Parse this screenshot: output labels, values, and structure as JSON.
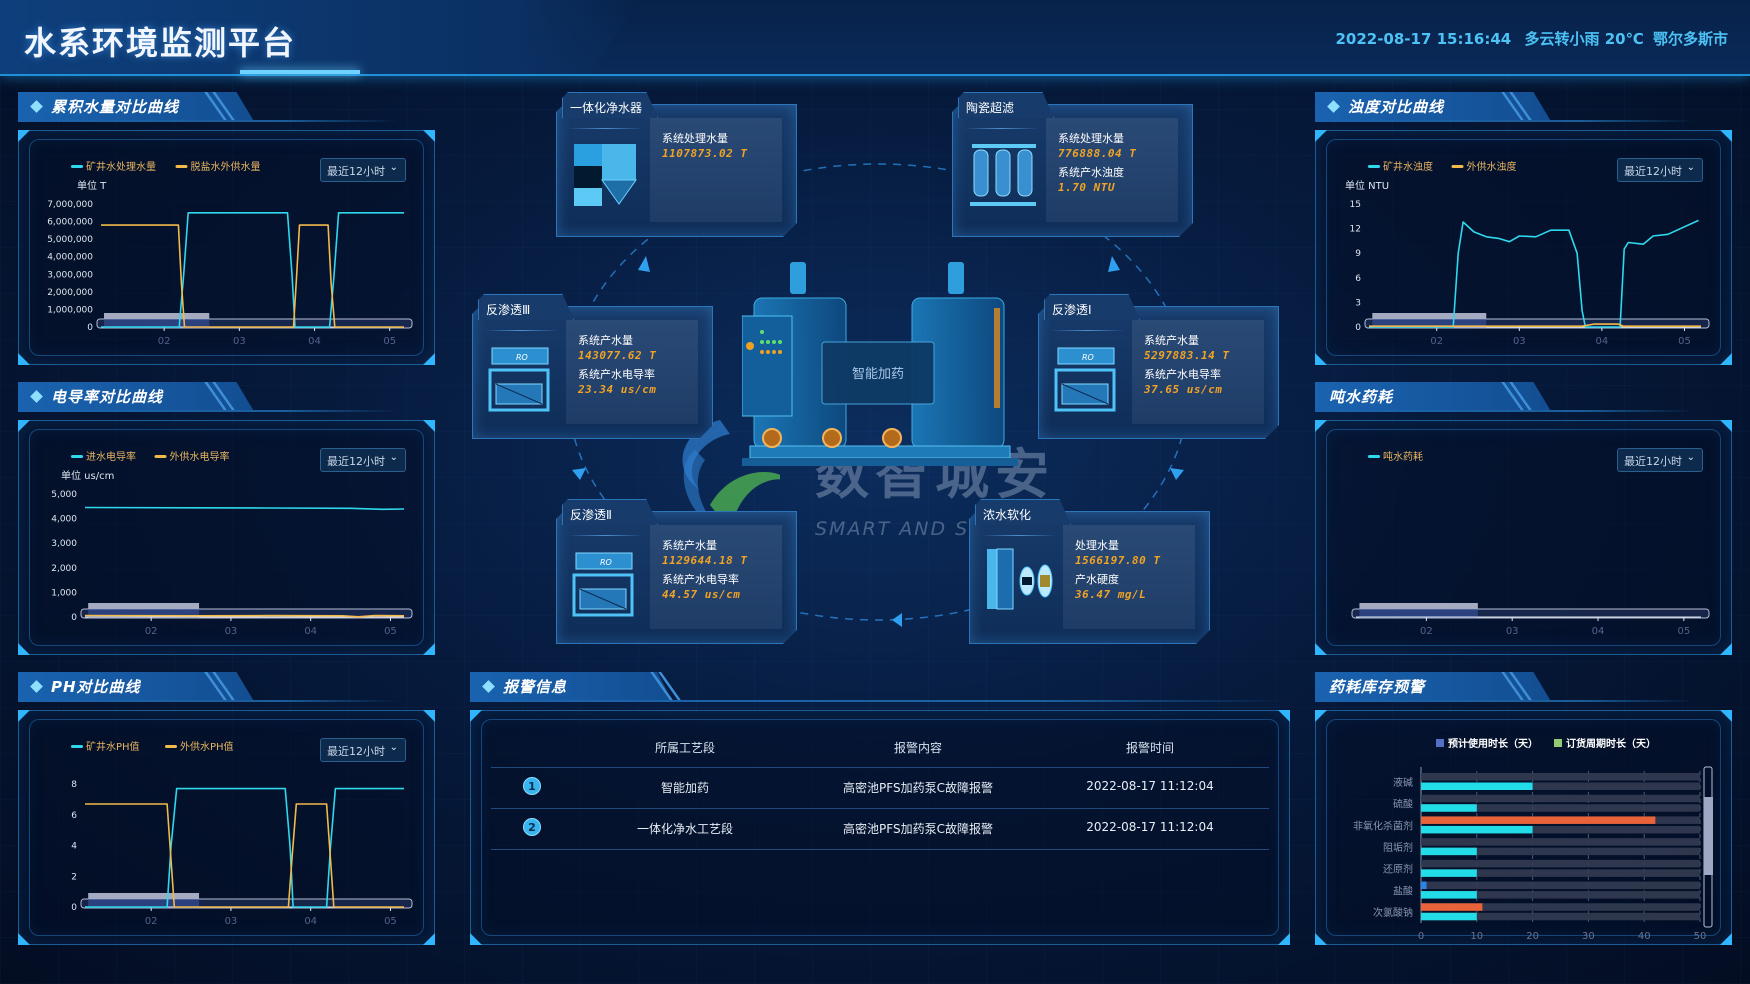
{
  "header": {
    "title": "水系环境监测平台",
    "datetime": "2022-08-17 15:16:44",
    "weather": "多云转小雨 20℃",
    "city": "鄂尔多斯市"
  },
  "common": {
    "range_select": "最近12小时"
  },
  "process": {
    "center_label": "智能加药",
    "watermark": {
      "name": "数智城安",
      "slogan": "SMART AND SECURE CITY"
    },
    "cards": [
      {
        "title": "一体化净水器",
        "icon": "integrated-purifier-icon",
        "metrics": [
          {
            "label": "系统处理水量",
            "value": "1107873.02  T"
          }
        ]
      },
      {
        "title": "陶瓷超滤",
        "icon": "ceramic-ultrafilter-icon",
        "metrics": [
          {
            "label": "系统处理水量",
            "value": "776888.04  T"
          },
          {
            "label": "系统产水浊度",
            "value": "1.70  NTU"
          }
        ]
      },
      {
        "title": "反渗透Ⅲ",
        "icon": "ro-unit-icon",
        "metrics": [
          {
            "label": "系统产水量",
            "value": "143077.62  T"
          },
          {
            "label": "系统产水电导率",
            "value": "23.34  us/cm"
          }
        ]
      },
      {
        "title": "反渗透Ⅰ",
        "icon": "ro-unit-icon",
        "metrics": [
          {
            "label": "系统产水量",
            "value": "5297883.14  T"
          },
          {
            "label": "系统产水电导率",
            "value": "37.65  us/cm"
          }
        ]
      },
      {
        "title": "反渗透Ⅱ",
        "icon": "ro-unit-icon",
        "metrics": [
          {
            "label": "系统产水量",
            "value": "1129644.18  T"
          },
          {
            "label": "系统产水电导率",
            "value": "44.57  us/cm"
          }
        ]
      },
      {
        "title": "浓水软化",
        "icon": "softener-icon",
        "metrics": [
          {
            "label": "处理水量",
            "value": "1566197.80  T"
          },
          {
            "label": "产水硬度",
            "value": "36.47  mg/L"
          }
        ]
      }
    ]
  },
  "alarms": {
    "title": "报警信息",
    "headers": [
      "所属工艺段",
      "报警内容",
      "报警时间"
    ],
    "rows": [
      {
        "no": "1",
        "stage": "智能加药",
        "content": "高密池PFS加药泵C故障报警",
        "time": "2022-08-17 11:12:04"
      },
      {
        "no": "2",
        "stage": "一体化净水工艺段",
        "content": "高密池PFS加药泵C故障报警",
        "time": "2022-08-17 11:12:04"
      }
    ]
  },
  "chart_data": [
    {
      "id": "cumulative",
      "type": "line",
      "title": "累积水量对比曲线",
      "unit": "单位 T",
      "xlim": [
        1.16,
        5.19
      ],
      "xticks": [
        {
          "v": 2,
          "label": "02"
        },
        {
          "v": 3,
          "label": "03"
        },
        {
          "v": 4,
          "label": "04"
        },
        {
          "v": 5,
          "label": "05"
        }
      ],
      "ylim": [
        0,
        7000000
      ],
      "yticks": [
        0,
        1000000,
        2000000,
        3000000,
        4000000,
        5000000,
        6000000,
        7000000
      ],
      "series": [
        {
          "name": "矿井水处理水量",
          "color": "#2fd8ec",
          "points": [
            [
              1.16,
              0
            ],
            [
              2.2,
              0
            ],
            [
              2.26,
              3000000
            ],
            [
              2.32,
              6500000
            ],
            [
              3.64,
              6500000
            ],
            [
              3.7,
              3000000
            ],
            [
              3.74,
              0
            ],
            [
              4.2,
              0
            ],
            [
              4.26,
              3000000
            ],
            [
              4.32,
              6500000
            ],
            [
              5.19,
              6500000
            ]
          ]
        },
        {
          "name": "脱盐水外供水量",
          "color": "#f2b94b",
          "points": [
            [
              1.16,
              5800000
            ],
            [
              2.19,
              5800000
            ],
            [
              2.23,
              2500000
            ],
            [
              2.27,
              0
            ],
            [
              3.72,
              0
            ],
            [
              3.76,
              2800000
            ],
            [
              3.8,
              5800000
            ],
            [
              4.18,
              5800000
            ],
            [
              4.22,
              2500000
            ],
            [
              4.27,
              0
            ],
            [
              5.19,
              0
            ]
          ]
        }
      ]
    },
    {
      "id": "conductivity",
      "type": "line",
      "title": "电导率对比曲线",
      "unit": "单位 us/cm",
      "xlim": [
        1.17,
        5.17
      ],
      "xticks": [
        {
          "v": 2,
          "label": "02"
        },
        {
          "v": 3,
          "label": "03"
        },
        {
          "v": 4,
          "label": "04"
        },
        {
          "v": 5,
          "label": "05"
        }
      ],
      "ylim": [
        0,
        5000
      ],
      "yticks": [
        0,
        1000,
        2000,
        3000,
        4000,
        5000
      ],
      "series": [
        {
          "name": "进水电导率",
          "color": "#2fd8ec",
          "points": [
            [
              1.17,
              4450
            ],
            [
              2.5,
              4440
            ],
            [
              3.5,
              4430
            ],
            [
              4.5,
              4420
            ],
            [
              4.9,
              4380
            ],
            [
              5.17,
              4390
            ]
          ]
        },
        {
          "name": "外供水电导率",
          "color": "#f2b94b",
          "points": [
            [
              1.17,
              60
            ],
            [
              2.5,
              50
            ],
            [
              3.5,
              55
            ],
            [
              4.4,
              50
            ],
            [
              4.6,
              10
            ],
            [
              4.8,
              60
            ],
            [
              5.17,
              50
            ]
          ]
        }
      ]
    },
    {
      "id": "ph",
      "type": "line",
      "title": "PH对比曲线",
      "unit": "",
      "xlim": [
        1.17,
        5.17
      ],
      "xticks": [
        {
          "v": 2,
          "label": "02"
        },
        {
          "v": 3,
          "label": "03"
        },
        {
          "v": 4,
          "label": "04"
        },
        {
          "v": 5,
          "label": "05"
        }
      ],
      "ylim": [
        0,
        8
      ],
      "yticks": [
        0,
        2,
        4,
        6,
        8
      ],
      "series": [
        {
          "name": "矿井水PH值",
          "color": "#2fd8ec",
          "points": [
            [
              1.17,
              0
            ],
            [
              2.2,
              0
            ],
            [
              2.25,
              4
            ],
            [
              2.32,
              7.7
            ],
            [
              3.68,
              7.7
            ],
            [
              3.74,
              4
            ],
            [
              3.78,
              0
            ],
            [
              4.2,
              0
            ],
            [
              4.25,
              4
            ],
            [
              4.31,
              7.7
            ],
            [
              5.17,
              7.7
            ]
          ]
        },
        {
          "name": "外供水PH值",
          "color": "#f2b94b",
          "points": [
            [
              1.17,
              6.7
            ],
            [
              2.2,
              6.7
            ],
            [
              2.25,
              3
            ],
            [
              2.29,
              0
            ],
            [
              3.72,
              0
            ],
            [
              3.77,
              3.5
            ],
            [
              3.82,
              6.7
            ],
            [
              4.2,
              6.7
            ],
            [
              4.25,
              3
            ],
            [
              4.29,
              0
            ],
            [
              5.17,
              0
            ]
          ]
        }
      ]
    },
    {
      "id": "turbidity",
      "type": "line",
      "title": "浊度对比曲线",
      "unit": "单位 NTU",
      "xlim": [
        1.18,
        5.2
      ],
      "xticks": [
        {
          "v": 2,
          "label": "02"
        },
        {
          "v": 3,
          "label": "03"
        },
        {
          "v": 4,
          "label": "04"
        },
        {
          "v": 5,
          "label": "05"
        }
      ],
      "ylim": [
        0,
        15
      ],
      "yticks": [
        0,
        3,
        6,
        9,
        12,
        15
      ],
      "series": [
        {
          "name": "矿井水浊度",
          "color": "#2fd8ec",
          "points": [
            [
              1.18,
              0
            ],
            [
              2.2,
              0
            ],
            [
              2.26,
              9
            ],
            [
              2.32,
              12.8
            ],
            [
              2.45,
              11.6
            ],
            [
              2.6,
              11
            ],
            [
              2.75,
              10.8
            ],
            [
              2.88,
              10.4
            ],
            [
              3.0,
              11.1
            ],
            [
              3.2,
              11.0
            ],
            [
              3.38,
              11.8
            ],
            [
              3.6,
              11.8
            ],
            [
              3.7,
              9
            ],
            [
              3.76,
              2
            ],
            [
              3.8,
              0
            ],
            [
              4.22,
              0
            ],
            [
              4.27,
              9.5
            ],
            [
              4.32,
              10.3
            ],
            [
              4.5,
              10.1
            ],
            [
              4.62,
              11.1
            ],
            [
              4.8,
              11.3
            ],
            [
              5.17,
              13.0
            ]
          ]
        },
        {
          "name": "外供水浊度",
          "color": "#f2b94b",
          "points": [
            [
              1.18,
              0.1
            ],
            [
              3.76,
              0.1
            ],
            [
              3.9,
              0.35
            ],
            [
              4.2,
              0.35
            ],
            [
              4.26,
              0.1
            ],
            [
              5.2,
              0.1
            ]
          ]
        }
      ]
    },
    {
      "id": "tonnage",
      "type": "line",
      "title": "吨水药耗",
      "unit": "",
      "xlim": [
        1.18,
        5.2
      ],
      "xticks": [
        {
          "v": 2,
          "label": "02"
        },
        {
          "v": 3,
          "label": "03"
        },
        {
          "v": 4,
          "label": "04"
        },
        {
          "v": 5,
          "label": "05"
        }
      ],
      "ylim": [
        0,
        1
      ],
      "yticks": [],
      "series": [
        {
          "name": "吨水药耗",
          "color": "#2fd8ec",
          "points": []
        }
      ]
    },
    {
      "id": "stock",
      "type": "bar",
      "orientation": "horizontal",
      "title": "药耗库存预警",
      "categories": [
        "液碱",
        "硫酸",
        "非氧化杀菌剂",
        "阻垢剂",
        "还原剂",
        "盐酸",
        "次氯酸钠"
      ],
      "xlim": [
        0,
        50
      ],
      "xticks": [
        0,
        10,
        20,
        30,
        40,
        50
      ],
      "series": [
        {
          "name": "预计使用时长（天）",
          "legend_color": "#5470c6",
          "values": [
            0,
            0,
            42,
            0,
            0,
            1,
            11
          ],
          "bar_colors": [
            "#e8623a",
            "#e8623a",
            "#e8623a",
            "#e8623a",
            "#e8623a",
            "#2a86e6",
            "#e8623a"
          ]
        },
        {
          "name": "订货周期时长（天）",
          "legend_color": "#91cc75",
          "values": [
            20,
            10,
            20,
            10,
            10,
            10,
            10
          ],
          "bar_colors": [
            "#22dde8",
            "#22dde8",
            "#22dde8",
            "#22dde8",
            "#22dde8",
            "#22dde8",
            "#22dde8"
          ]
        }
      ]
    }
  ]
}
